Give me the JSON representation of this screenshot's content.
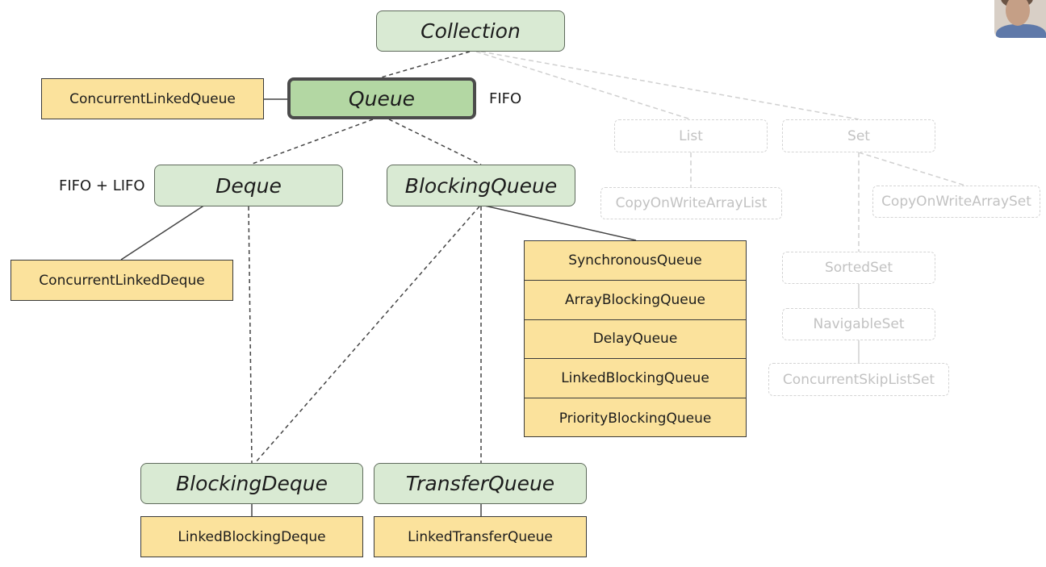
{
  "interfaces": {
    "collection": "Collection",
    "queue": "Queue",
    "deque": "Deque",
    "blocking_queue": "BlockingQueue",
    "blocking_deque": "BlockingDeque",
    "transfer_queue": "TransferQueue"
  },
  "implementations": {
    "concurrent_linked_queue": "ConcurrentLinkedQueue",
    "concurrent_linked_deque": "ConcurrentLinkedDeque",
    "linked_blocking_deque": "LinkedBlockingDeque",
    "linked_transfer_queue": "LinkedTransferQueue",
    "blocking_queue_impls": [
      "SynchronousQueue",
      "ArrayBlockingQueue",
      "DelayQueue",
      "LinkedBlockingQueue",
      "PriorityBlockingQueue"
    ]
  },
  "faded": {
    "list": "List",
    "set": "Set",
    "copy_on_write_array_list": "CopyOnWriteArrayList",
    "copy_on_write_array_set": "CopyOnWriteArraySet",
    "sorted_set": "SortedSet",
    "navigable_set": "NavigableSet",
    "concurrent_skip_list_set": "ConcurrentSkipListSet"
  },
  "notes": {
    "queue_order": "FIFO",
    "deque_order": "FIFO + LIFO"
  },
  "colors": {
    "interface_fill": "#d9ead3",
    "queue_fill": "#b3d7a3",
    "implementation_fill": "#fbe29c",
    "faded_border": "#d4d4d4"
  }
}
